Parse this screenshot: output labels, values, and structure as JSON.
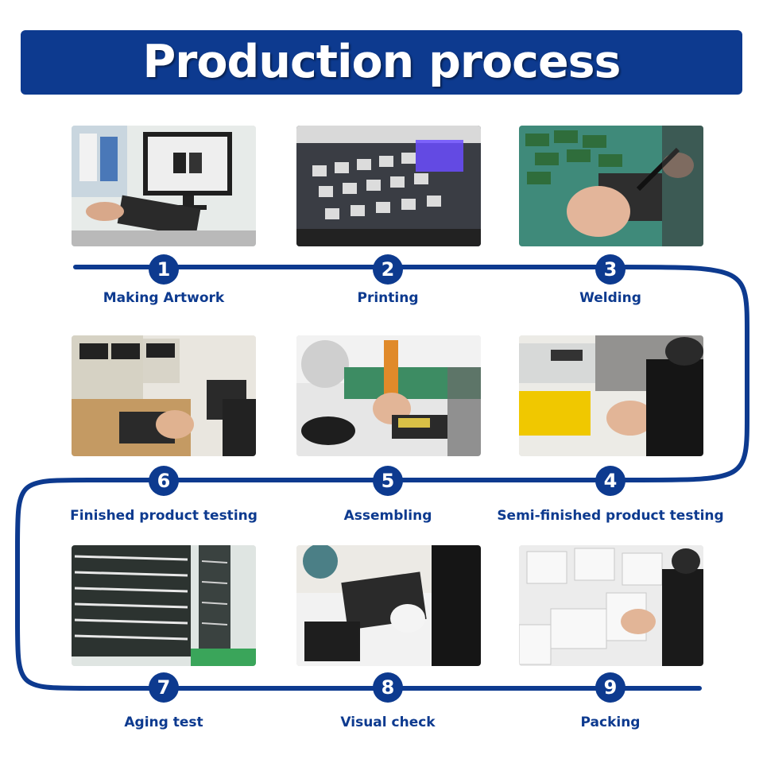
{
  "title": "Production process",
  "colors": {
    "brand_blue": "#0d3a8f",
    "background": "#ffffff",
    "label": "#0d3a8f"
  },
  "steps": [
    {
      "number": "1",
      "label": "Making Artwork",
      "image": "computer-design-workstation"
    },
    {
      "number": "2",
      "label": "Printing",
      "image": "uv-printer-bed"
    },
    {
      "number": "3",
      "label": "Welding",
      "image": "soldering-circuit-boards"
    },
    {
      "number": "4",
      "label": "Semi-finished product testing",
      "image": "testing-with-instrument"
    },
    {
      "number": "5",
      "label": "Assembling",
      "image": "electric-screwdriver-assembly"
    },
    {
      "number": "6",
      "label": "Finished product testing",
      "image": "power-supply-testing"
    },
    {
      "number": "7",
      "label": "Aging test",
      "image": "aging-racks"
    },
    {
      "number": "8",
      "label": "Visual check",
      "image": "inspecting-devices"
    },
    {
      "number": "9",
      "label": "Packing",
      "image": "packing-white-boxes"
    }
  ]
}
